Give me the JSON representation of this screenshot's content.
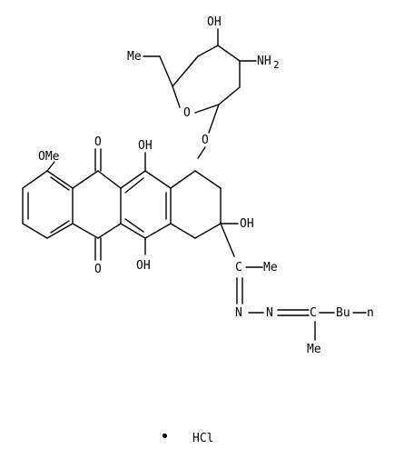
{
  "colors": {
    "background": "#ffffff",
    "ink": "#000000"
  },
  "labels": {
    "oh_sugar": "OH",
    "nh2": "NH",
    "nh2_sub": "2",
    "methyl_sugar": "Me",
    "ring_oxygen": "O",
    "glycosidic_oxygen": "O",
    "ome": "OMe",
    "ketone_top": "O",
    "ketone_bottom": "O",
    "oh_top": "OH",
    "oh_bottom": "OH",
    "oh_ring": "OH",
    "imine_carbon": "C",
    "methyl_imine": "Me",
    "nitrogen_1": "N",
    "nitrogen_2": "N",
    "imine_carbon_2": "C",
    "butyl": "Bu",
    "butyl_suffix": "n",
    "methyl_hydrazone": "Me",
    "salt_dot": "•",
    "salt": "HCl"
  }
}
